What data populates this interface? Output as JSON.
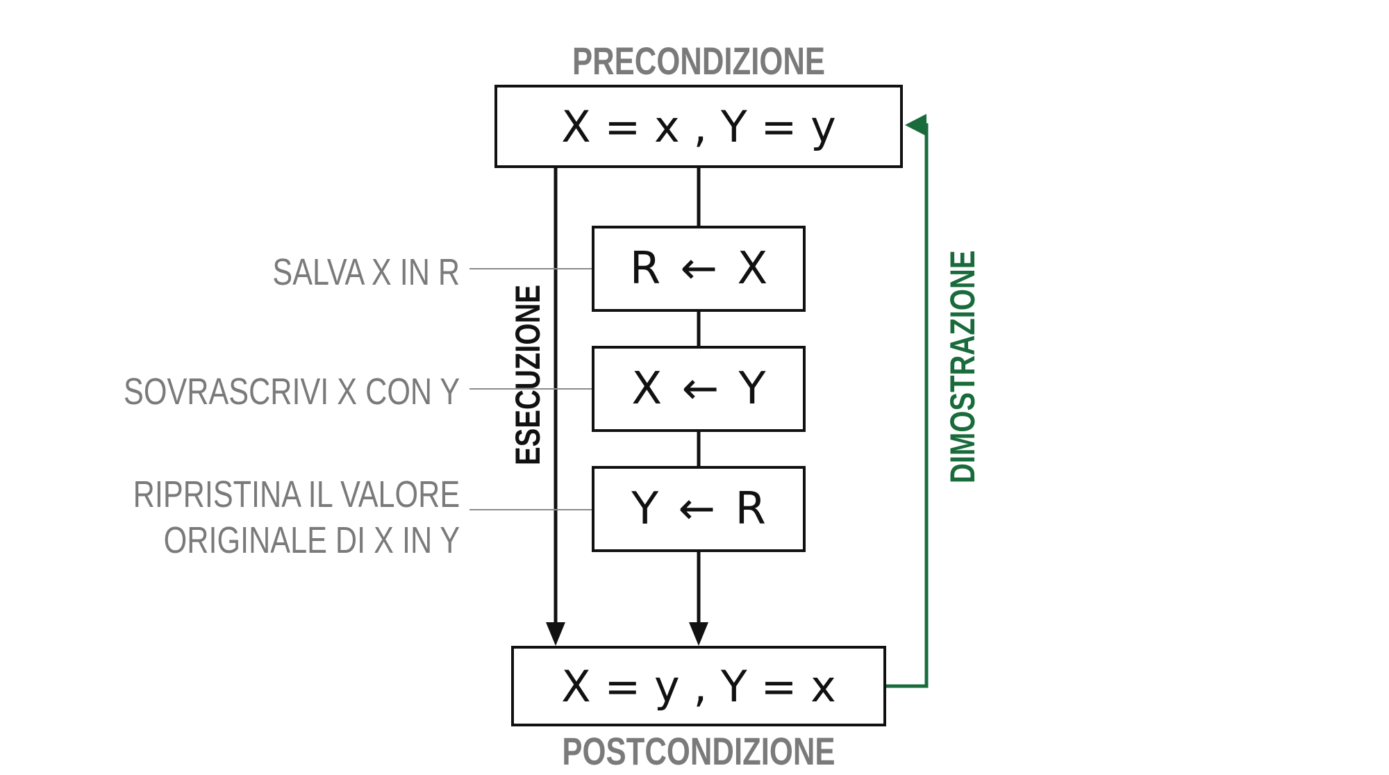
{
  "precondition": {
    "label": "PRECONDIZIONE",
    "expression": "X = x , Y = y"
  },
  "postcondition": {
    "label": "POSTCONDIZIONE",
    "expression": "X = y , Y = x"
  },
  "steps": [
    {
      "expression": "R ← X",
      "annotation_line1": "SALVA X IN R",
      "annotation_line2": ""
    },
    {
      "expression": "X ← Y",
      "annotation_line1": "SOVRASCRIVI X CON Y",
      "annotation_line2": ""
    },
    {
      "expression": "Y ← R",
      "annotation_line1": "RIPRISTINA IL VALORE",
      "annotation_line2": "ORIGINALE DI X IN Y"
    }
  ],
  "execution_label": "ESECUZIONE",
  "proof_label": "DIMOSTRAZIONE",
  "colors": {
    "box_border": "#111111",
    "annotation_text": "#7a7a7a",
    "execution": "#111111",
    "proof": "#1a6b3c"
  }
}
